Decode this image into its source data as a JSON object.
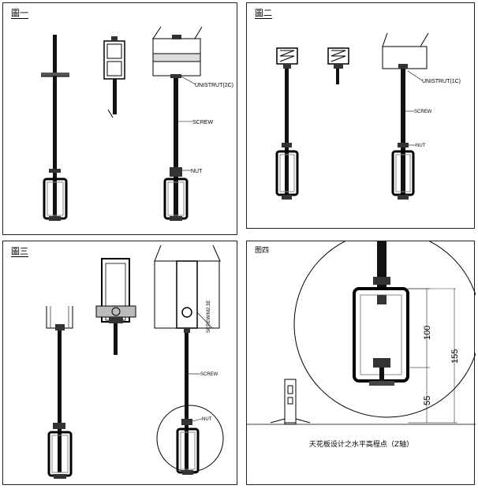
{
  "panels": {
    "p1": {
      "title": "圖一",
      "labels": {
        "unistrut": "UNISTRUT(2C)",
        "screw": "SCREW",
        "nut": "NUT"
      }
    },
    "p2": {
      "title": "圖二",
      "labels": {
        "unistrut": "UNISTRUT(1C)",
        "screw": "SCREW",
        "nut": "NUT"
      }
    },
    "p3": {
      "title": "圖三",
      "labels": {
        "bolt": "SCREW/M2.3E",
        "screw": "SCREW",
        "nut": "NUT"
      }
    },
    "p4": {
      "title": "图四",
      "dims": {
        "d100": "100",
        "d155": "155",
        "d55": "55"
      },
      "caption": "天花板设计之水平高程点（Z轴）"
    }
  }
}
